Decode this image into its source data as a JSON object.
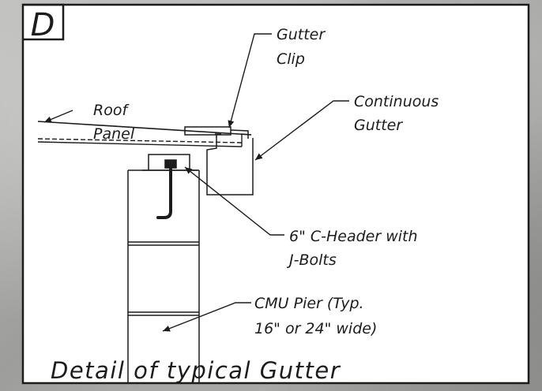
{
  "detail_letter": "D",
  "callouts": {
    "gutter_clip": [
      "Gutter",
      "Clip"
    ],
    "roof_panel": [
      "Roof",
      "Panel"
    ],
    "continuous_gutter": [
      "Continuous",
      "Gutter"
    ],
    "c_header": [
      "6\" C-Header with",
      "J-Bolts"
    ],
    "cmu_pier": [
      "CMU Pier (Typ.",
      "16\" or 24\" wide)"
    ]
  },
  "caption": "Detail of typical Gutter",
  "colors": {
    "ink": "#1c1c1c",
    "sheet": "#ffffff",
    "stone": "#a8a8a6"
  }
}
